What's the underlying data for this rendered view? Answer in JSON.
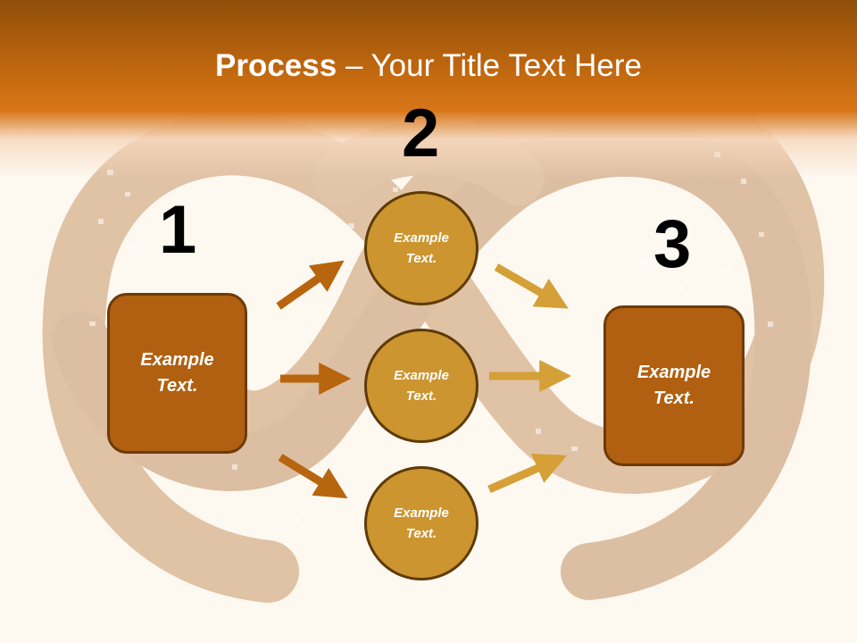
{
  "title": {
    "bold": "Process",
    "dash": " – ",
    "rest": "Your Title Text Here"
  },
  "steps": [
    {
      "number": "1",
      "label": "Example Text."
    },
    {
      "number": "2",
      "items": [
        "Example Text.",
        "Example Text.",
        "Example Text."
      ]
    },
    {
      "number": "3",
      "label": "Example Text."
    }
  ],
  "colors": {
    "title_band": "#c76b10",
    "box_fill": "#b06010",
    "circle_fill": "#cc9530",
    "arrow_left": "#b8650f",
    "arrow_right": "#d4a037"
  }
}
